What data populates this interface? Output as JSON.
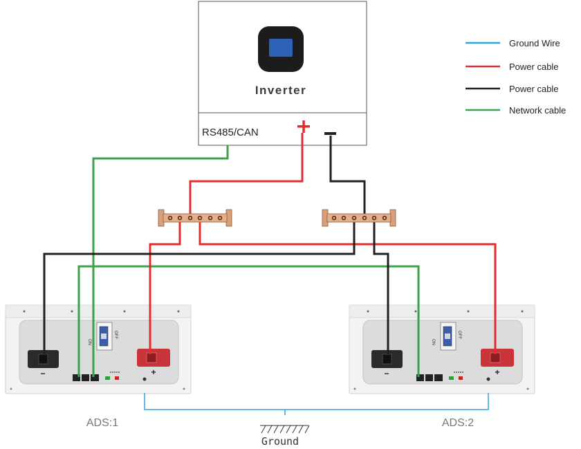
{
  "inverter": {
    "title": "Inverter",
    "port_label": "RS485/CAN",
    "positive_symbol": "+",
    "negative_symbol": "−"
  },
  "legend": {
    "items": [
      {
        "label": "Ground Wire",
        "color": "#2aa6dd"
      },
      {
        "label": "Power cable",
        "color": "#e42b2e"
      },
      {
        "label": "Power cable",
        "color": "#231f20"
      },
      {
        "label": "Network cable",
        "color": "#3aa24a"
      }
    ]
  },
  "batteries": [
    {
      "label": "ADS:1",
      "on_label": "ON",
      "off_label": "OFF",
      "minus_symbol": "−",
      "plus_symbol": "+"
    },
    {
      "label": "ADS:2",
      "on_label": "ON",
      "off_label": "OFF",
      "minus_symbol": "−",
      "plus_symbol": "+"
    }
  ],
  "ground": {
    "label": "Ground"
  },
  "colors": {
    "ground_wire": "#2aa6dd",
    "power_positive": "#e42b2e",
    "power_negative": "#231f20",
    "network": "#3aa24a",
    "busbar": "#d9a07a",
    "battery_body": "#f3f3f3",
    "battery_panel": "#dcdcdc",
    "screen": "#2e62b7"
  }
}
